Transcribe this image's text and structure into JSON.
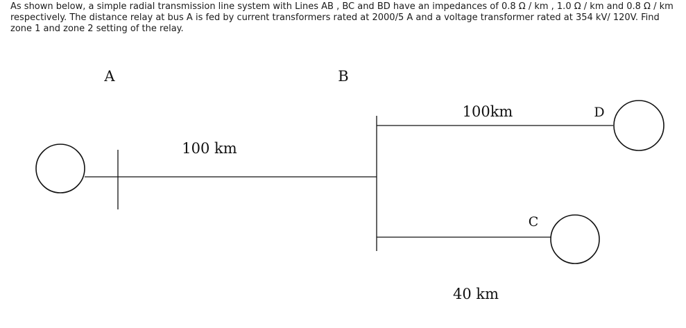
{
  "question": {
    "text": "As shown below, a simple radial transmission line system with Lines AB , BC and BD have an impedances of 0.8 Ω / km , 1.0 Ω / km and 0.8 Ω / km respectively. The distance relay at bus A is fed by current transformers rated at 2000/5 A and a voltage transformer rated at 354 kV/ 120V. Find zone 1 and zone 2 setting of the relay."
  },
  "diagram": {
    "bus_labels": {
      "a": "A",
      "b": "B",
      "c": "C",
      "d": "D"
    },
    "line_labels": {
      "ab": "100 km",
      "bd": "100km",
      "bc": "40 km"
    }
  }
}
